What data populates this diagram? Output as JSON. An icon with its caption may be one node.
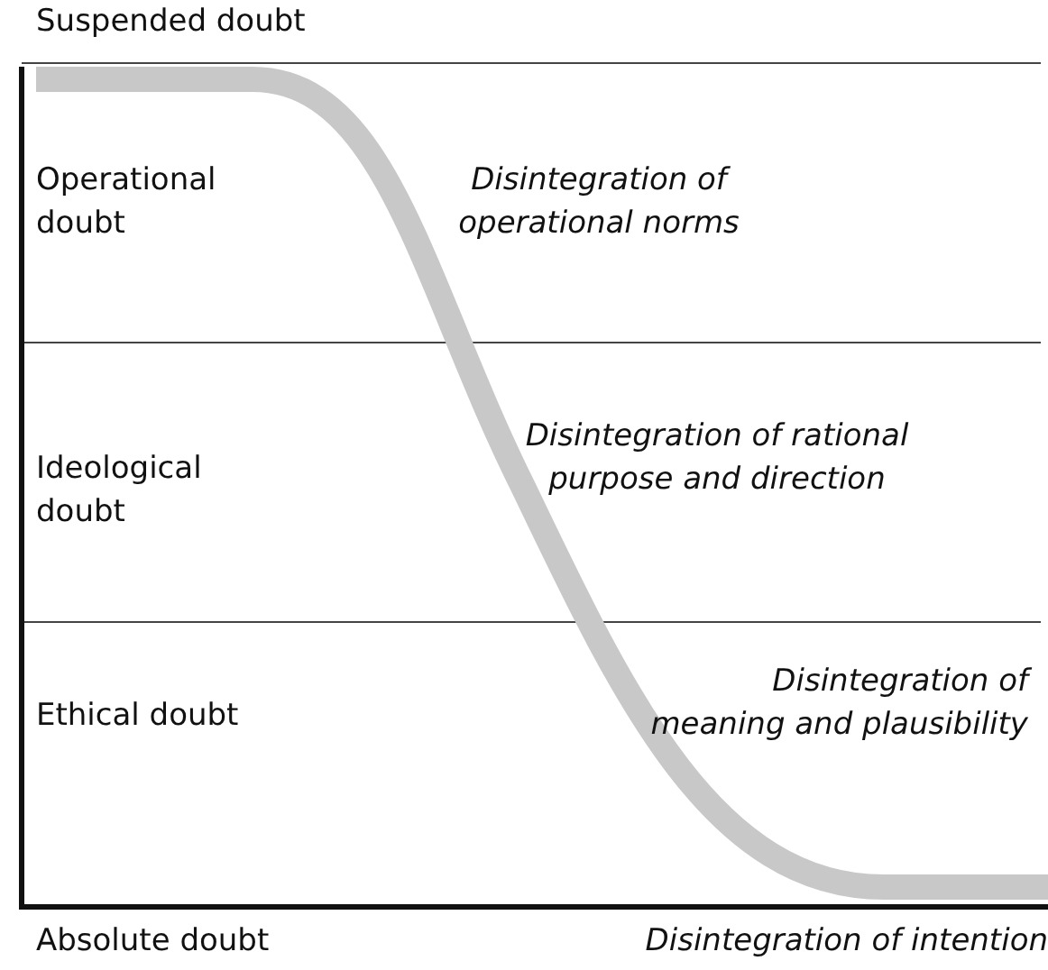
{
  "diagram": {
    "labels": [
      "Suspended doubt",
      "Operational doubt",
      "Disintegration of operational norms",
      "Ideological doubt",
      "Disintegration of rational purpose and direction",
      "Ethical doubt",
      "Disintegration of meaning and plausibility",
      "Absolute doubt",
      "Disintegration of intention"
    ]
  }
}
